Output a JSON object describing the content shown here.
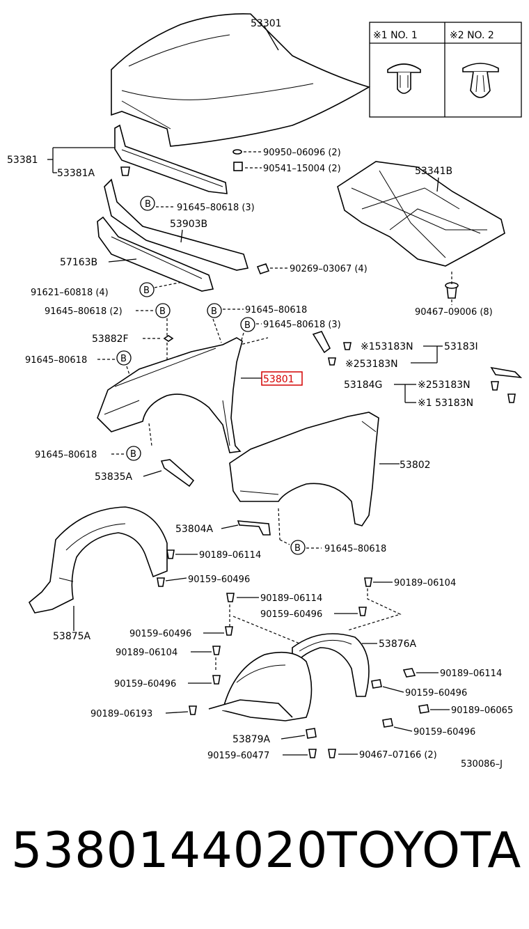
{
  "legend": {
    "col1": "※1 NO. 1",
    "col2": "※2 NO. 2"
  },
  "labels": {
    "p53301": "53301",
    "p53381": "53381",
    "p53381A": "53381A",
    "p90950": "90950–06096 (2)",
    "p90541": "90541–15004 (2)",
    "p53341B": "53341B",
    "p91645_3a": "91645–80618 (3)",
    "p53903B": "53903B",
    "p57163B": "57163B",
    "p90269": "90269–03067 (4)",
    "p91621": "91621–60818 (4)",
    "p91645_2": "91645–80618 (2)",
    "p91645_a": "91645–80618",
    "p91645_3b": "91645–80618 (3)",
    "p90467_09006": "90467–09006 (8)",
    "p53882F": "53882F",
    "p91645_b": "91645–80618",
    "p53801": "53801",
    "p153183N": "※153183N",
    "p53183I": "53183I",
    "p253183N_a": "※253183N",
    "p53184G": "53184G",
    "p253183N_b": "※253183N",
    "p1_53183N": "※1 53183N",
    "p91645_c": "91645–80618",
    "p53835A": "53835A",
    "p53802": "53802",
    "p53804A": "53804A",
    "p91645_d": "91645–80618",
    "p90189_06114a": "90189–06114",
    "p90159_60496a": "90159–60496",
    "p90189_06104a": "90189–06104",
    "p90189_06114b": "90189–06114",
    "p90159_60496b": "90159–60496",
    "p53875A": "53875A",
    "p90159_60496c": "90159–60496",
    "p53876A": "53876A",
    "p90189_06104b": "90189–06104",
    "p90189_06114c": "90189–06114",
    "p90159_60496d": "90159–60496",
    "p90159_60496e": "90159–60496",
    "p90189_06065": "90189–06065",
    "p90189_06193": "90189–06193",
    "p90159_60496f": "90159–60496",
    "p53879A": "53879A",
    "p90159_60477": "90159–60477",
    "p90467_07166": "90467–07166 (2)",
    "drawing_code": "530086–J"
  },
  "bolt_marker": "B",
  "highlight_color": "#d40000",
  "footer": {
    "part_number": "5380144020",
    "brand": "TOYOTA"
  }
}
